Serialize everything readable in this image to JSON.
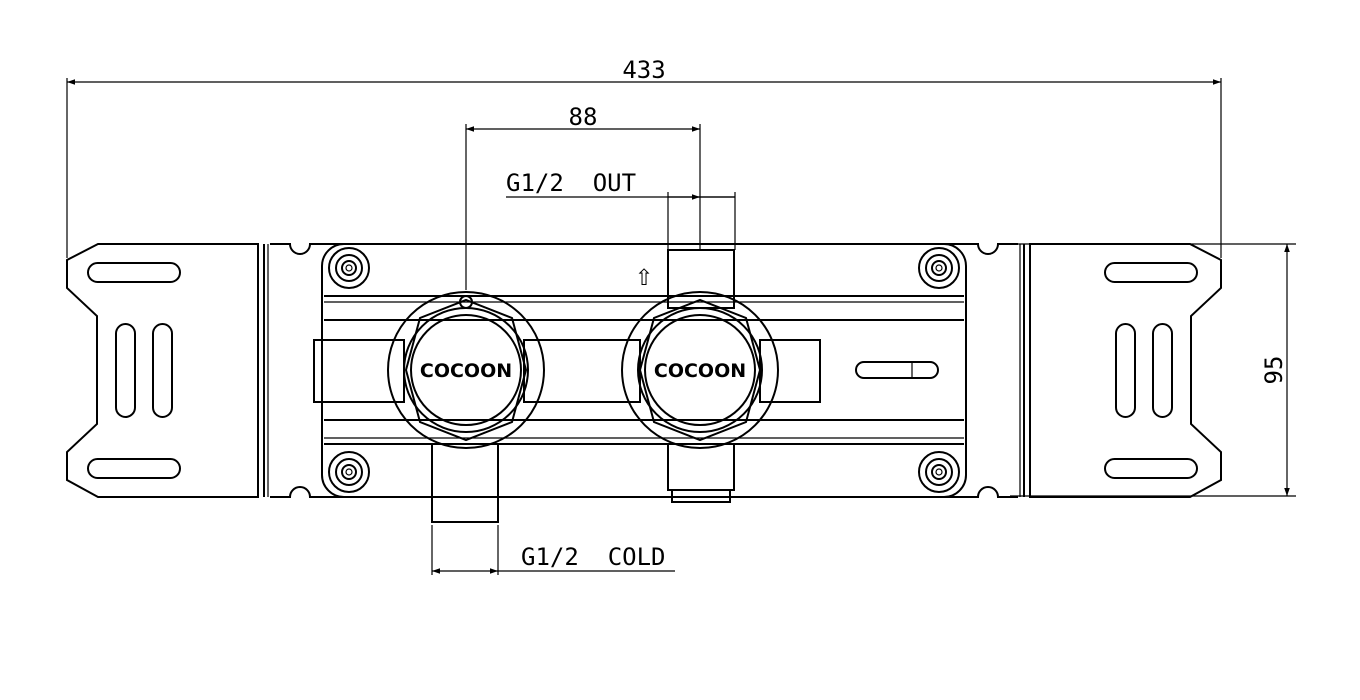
{
  "dimensions": {
    "overall_width": "433",
    "knob_spacing": "88",
    "outlet_label": "G1/2  OUT",
    "cold_label": "G1/2  COLD",
    "height": "95"
  },
  "knobs": {
    "left_brand": "COCOON",
    "right_brand": "COCOON"
  },
  "symbols": {
    "flow_direction": "⇧"
  },
  "colors": {
    "line": "#000000",
    "background": "#ffffff"
  }
}
